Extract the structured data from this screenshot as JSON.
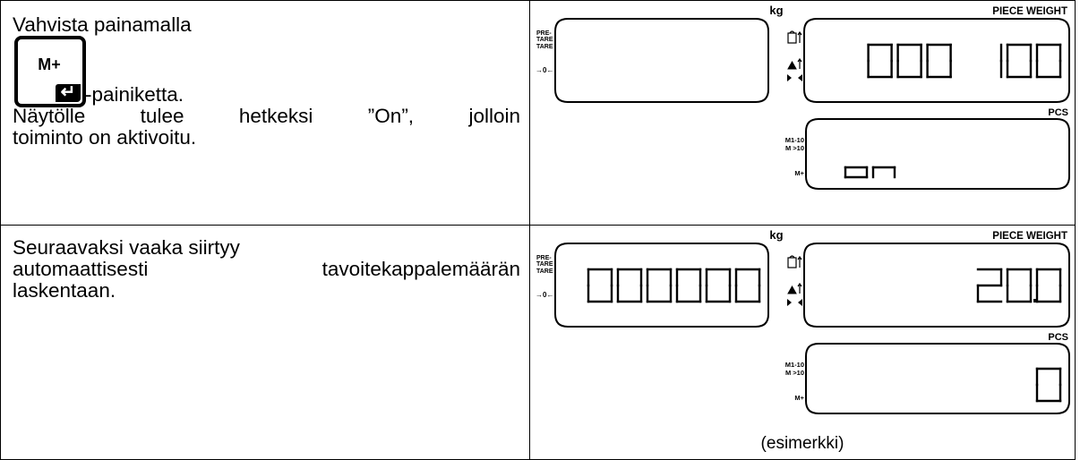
{
  "rows": [
    {
      "text_line1_before": "Vahvista painamalla",
      "key_label": "M+",
      "key_arrow": "↵",
      "text_line1_after": "-painiketta.",
      "text_line2": "Näytölle tulee hetkeksi ”On”, jolloin",
      "text_line3": "toiminto on aktivoitu.",
      "display": {
        "unit_top": "kg",
        "piece_weight_label": "PIECE WEIGHT",
        "pcs_label": "PCS",
        "pre_tare_label": "PRE-",
        "tare_label1": "TARE",
        "tare_label2": "TARE",
        "zero_label": "→0←",
        "m_labels": [
          "M1-10",
          "M >10",
          "M+"
        ],
        "weight_value": "",
        "piece_weight_value": "000 100",
        "count_value": "on"
      }
    },
    {
      "text_line1_w1": "Seuraavaksi",
      "text_line1_w2": "vaaka",
      "text_line1_w3": "siirtyy",
      "text_line2": "automaattisesti tavoitekappalemäärän",
      "text_line3": "laskentaan.",
      "display": {
        "unit_top": "kg",
        "piece_weight_label": "PIECE WEIGHT",
        "pcs_label": "PCS",
        "pre_tare_label": "PRE-",
        "tare_label1": "TARE",
        "tare_label2": "TARE",
        "zero_label": "→0←",
        "m_labels": [
          "M1-10",
          "M >10",
          "M+"
        ],
        "weight_value": "000000",
        "piece_weight_value": "20.0",
        "count_value": "0"
      }
    }
  ],
  "caption": "(esimerkki)"
}
